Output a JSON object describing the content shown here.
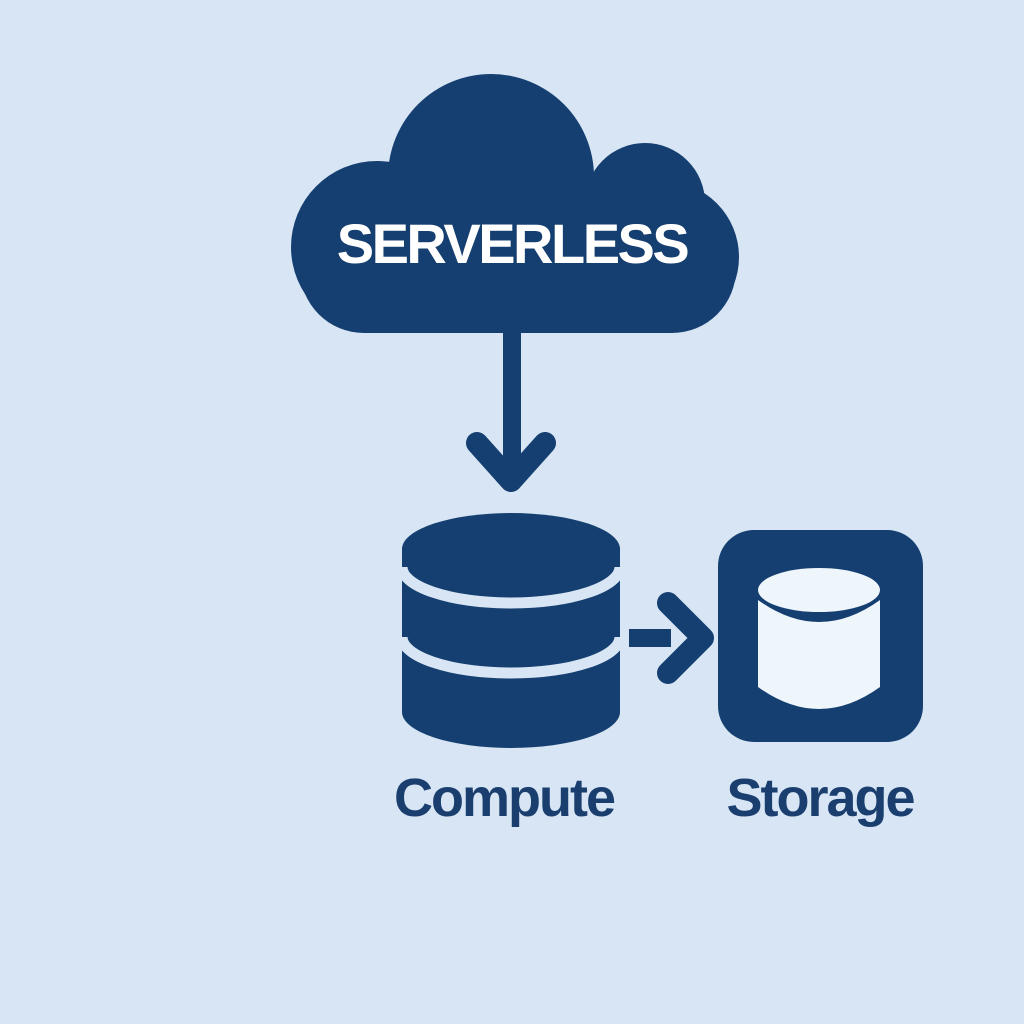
{
  "diagram": {
    "labels": {
      "cloud": "SERVERLESS",
      "compute": "Compute",
      "storage": "Storage"
    },
    "nodes": [
      {
        "id": "serverless-cloud",
        "label": "SERVERLESS",
        "shape": "cloud"
      },
      {
        "id": "compute",
        "label": "Compute",
        "shape": "database-cylinder"
      },
      {
        "id": "storage",
        "label": "Storage",
        "shape": "rounded-square-cylinder"
      }
    ],
    "edges": [
      {
        "from": "serverless-cloud",
        "to": "compute",
        "direction": "down"
      },
      {
        "from": "compute",
        "to": "storage",
        "direction": "right"
      }
    ],
    "colors": {
      "background": "#d7e5f4",
      "primary": "#153f70",
      "label_text": "#1a3f6f",
      "cloud_text": "#ffffff",
      "storage_cylinder_fill": "#eef5fb"
    }
  }
}
